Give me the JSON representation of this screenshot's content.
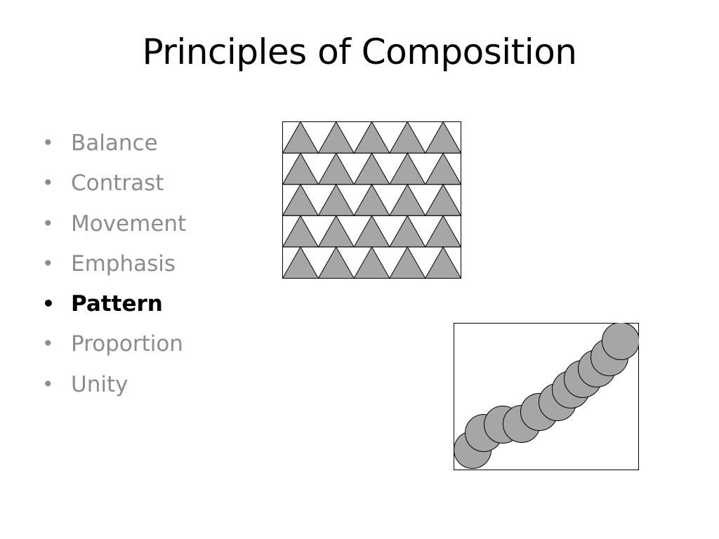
{
  "slide": {
    "title": "Principles of Composition",
    "bullets": [
      {
        "label": "Balance",
        "active": false
      },
      {
        "label": "Contrast",
        "active": false
      },
      {
        "label": "Movement",
        "active": false
      },
      {
        "label": "Emphasis",
        "active": false
      },
      {
        "label": "Pattern",
        "active": true
      },
      {
        "label": "Proportion",
        "active": false
      },
      {
        "label": "Unity",
        "active": false
      }
    ]
  },
  "colors": {
    "background": "#ffffff",
    "title_text": "#000000",
    "inactive_bullet": "#8c8c8c",
    "active_bullet": "#000000",
    "shape_fill": "#a6a6a6",
    "shape_stroke": "#000000"
  },
  "triangle_pattern": {
    "rows": 5,
    "columns": 5
  },
  "circle_chain": {
    "count": 11
  }
}
